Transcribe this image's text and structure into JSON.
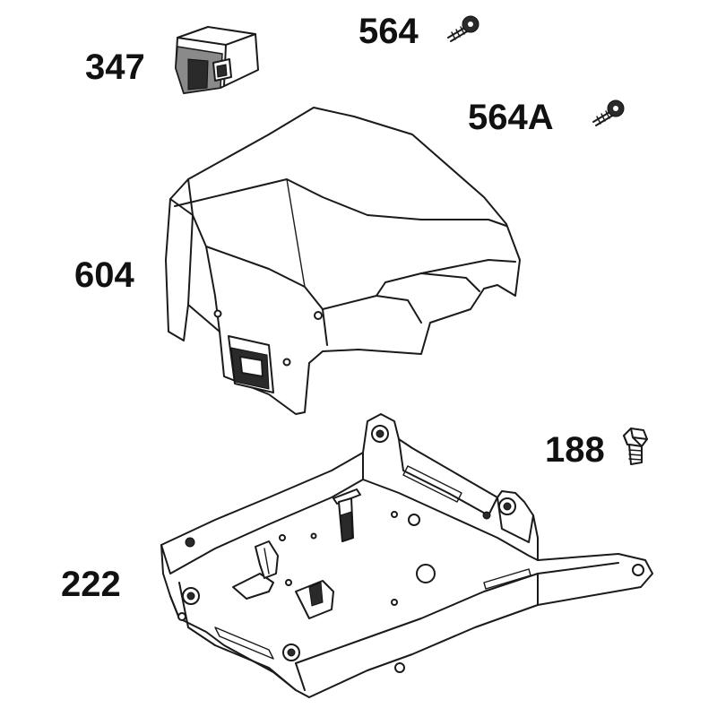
{
  "parts": [
    {
      "number": "347",
      "icon": "switch-icon"
    },
    {
      "number": "564",
      "icon": "screw-icon"
    },
    {
      "number": "564A",
      "icon": "screw-icon"
    },
    {
      "number": "604",
      "icon": "cover-icon"
    },
    {
      "number": "188",
      "icon": "bolt-icon"
    },
    {
      "number": "222",
      "icon": "bracket-icon"
    }
  ]
}
